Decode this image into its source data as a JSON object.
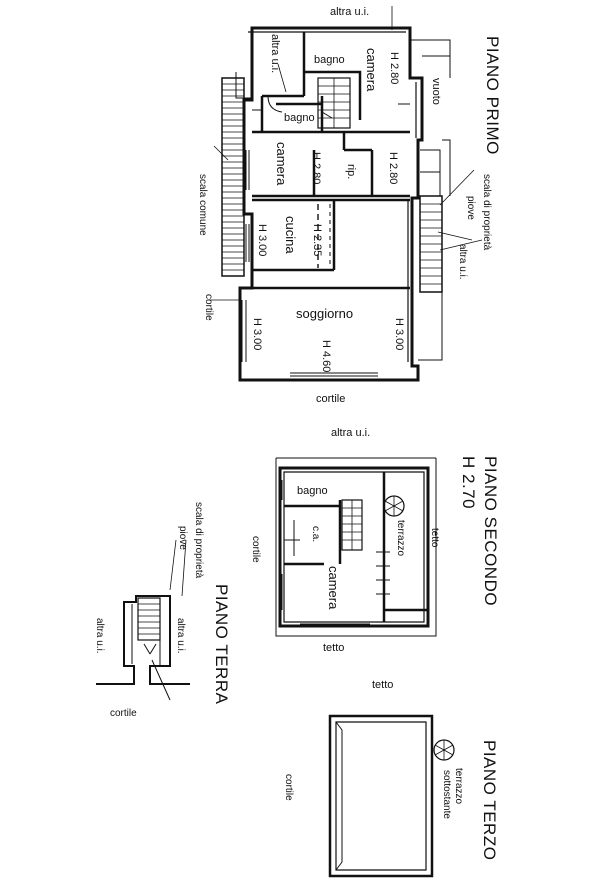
{
  "piano_primo": {
    "title": "PIANO PRIMO",
    "labels": {
      "altra_ui_top": "altra u.i.",
      "altra_ui_left": "altra u.i.",
      "bagno_top": "bagno",
      "camera_top": "camera",
      "h_camera_top": "H 2.80",
      "vuoto": "vuoto",
      "bagno_small": "bagno",
      "camera_mid": "camera",
      "h_camera_mid": "H 2.80",
      "rip": "rip.",
      "h_rip": "H 2.80",
      "scala_comune": "scala comune",
      "scala_proprieta": "scala di proprietà",
      "piove": "piove",
      "altra_ui_right": "altra u.i.",
      "cucina": "cucina",
      "h_cucina_left": "H 3.00",
      "h_cucina_right": "H 2.35",
      "cortile_left": "cortile",
      "soggiorno": "soggiorno",
      "h_sogg_left": "H 3.00",
      "h_sogg_right": "H 3.00",
      "h_sogg_mid": "H 4.60",
      "cortile_bottom": "cortile"
    }
  },
  "piano_secondo": {
    "title": "PIANO SECONDO",
    "height": "H 2.70",
    "labels": {
      "altra_ui": "altra u.i.",
      "bagno": "bagno",
      "terrazzo": "terrazzo",
      "tetto_right": "tetto",
      "cortile": "cortile",
      "ca": "c.a.",
      "camera": "camera",
      "tetto_bottom": "tetto",
      "tetto_below": "tetto"
    }
  },
  "piano_terra": {
    "title": "PIANO TERRA",
    "labels": {
      "scala_proprieta": "scala di proprietà",
      "piove": "piove",
      "altra_ui_left": "altra u.i.",
      "altra_ui_right": "altra u.i.",
      "cortile": "cortile"
    }
  },
  "piano_terzo": {
    "title": "PIANO TERZO",
    "labels": {
      "terrazzo": "terrazzo",
      "sottostante": "sottostante",
      "cortile": "cortile"
    }
  }
}
